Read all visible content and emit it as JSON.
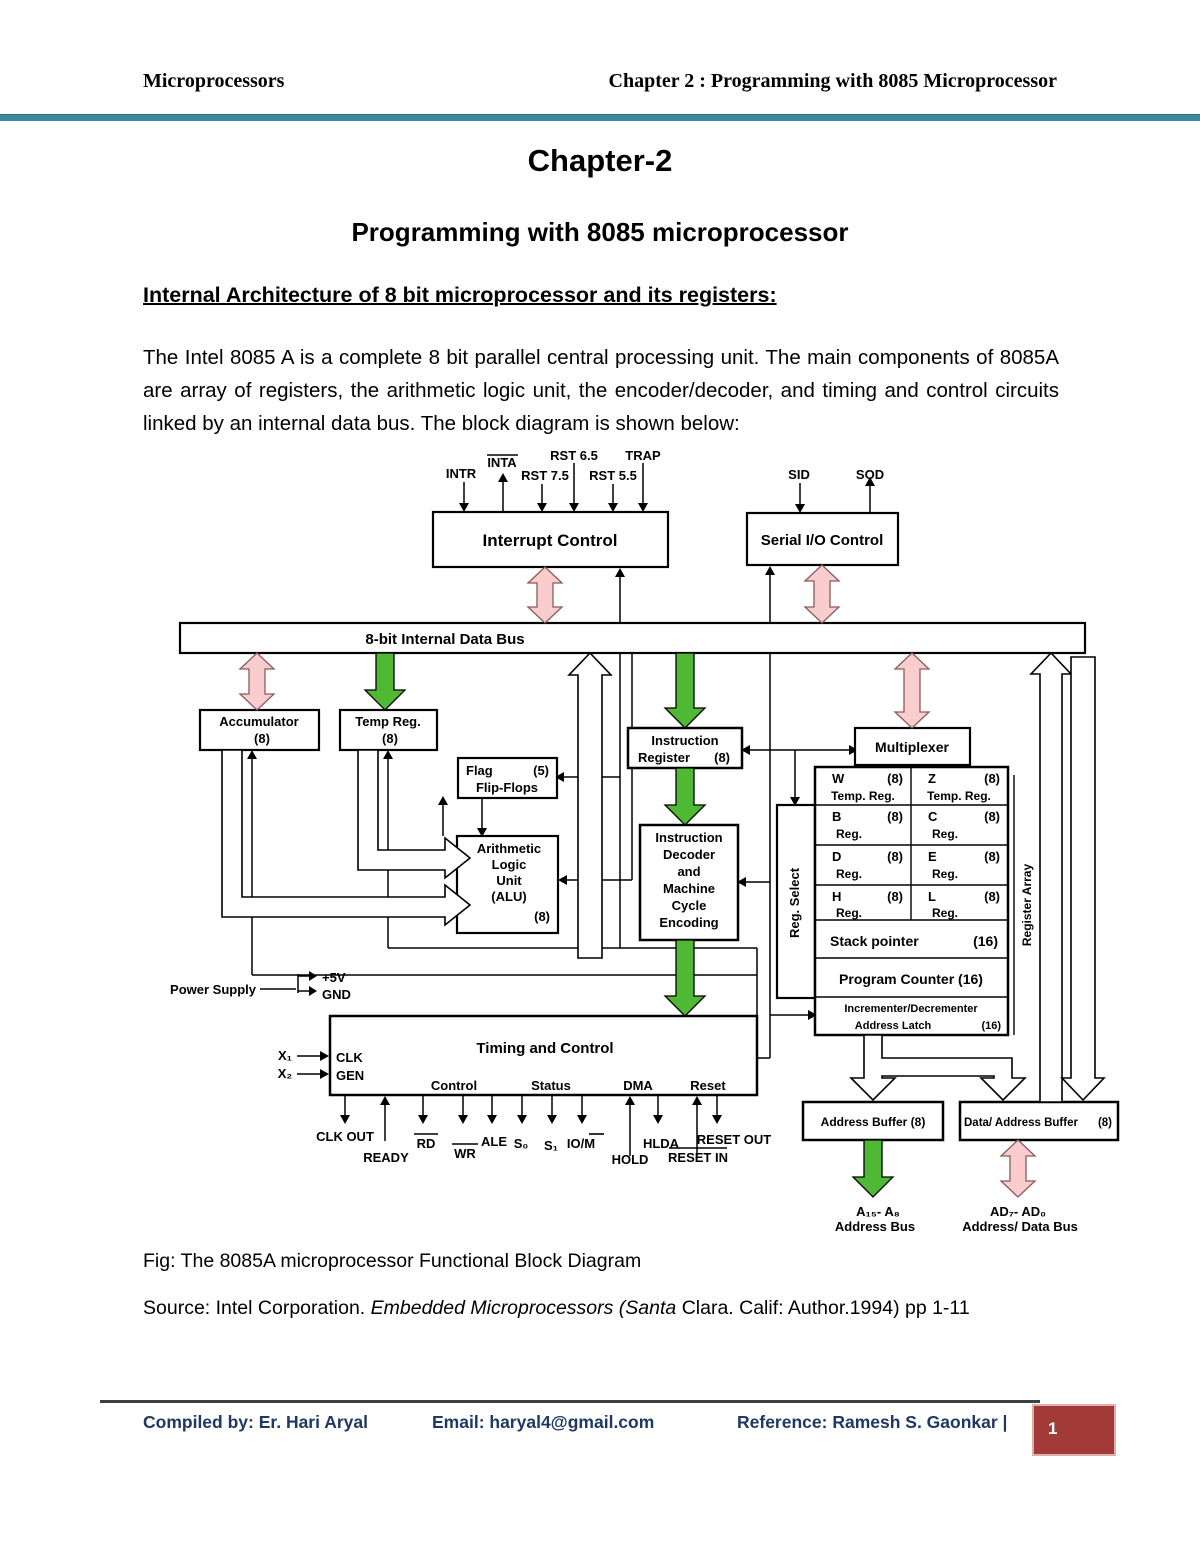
{
  "header": {
    "left": "Microprocessors",
    "right": "Chapter 2 : Programming with 8085 Microprocessor"
  },
  "title": "Chapter-2",
  "subtitle": "Programming with 8085 microprocessor",
  "section_heading": "Internal Architecture of 8 bit microprocessor and its registers:",
  "paragraph": "The Intel 8085 A is a complete 8 bit parallel central processing unit. The main components of 8085A are array of registers, the arithmetic logic unit, the encoder/decoder, and timing and control circuits linked by an internal data bus. The block diagram is shown below:",
  "fig_caption": "Fig: The 8085A microprocessor Functional Block Diagram",
  "source": {
    "prefix": "Source: Intel Corporation. ",
    "italic": "Embedded Microprocessors (Santa ",
    "suffix": "Clara. Calif: Author.1994) pp 1-11"
  },
  "footer": {
    "compiled": "Compiled by: Er. Hari Aryal",
    "email": "Email: haryal4@gmail.com",
    "reference": "Reference: Ramesh S. Gaonkar |",
    "page_number": "1"
  },
  "diagram": {
    "top_signals": {
      "intr": "INTR",
      "inta": "INTA",
      "rst75": "RST 7.5",
      "rst65": "RST 6.5",
      "rst55": "RST 5.5",
      "trap": "TRAP",
      "sid": "SID",
      "sod": "SOD"
    },
    "interrupt_control": "Interrupt Control",
    "serial_io": "Serial I/O Control",
    "bus_label": "8-bit Internal Data Bus",
    "accumulator": {
      "l1": "Accumulator",
      "l2": "(8)"
    },
    "temp_reg": {
      "l1": "Temp Reg.",
      "l2": "(8)"
    },
    "flag": {
      "name": "Flag",
      "size": "(5)",
      "l2": "Flip-Flops"
    },
    "alu_lines": [
      "Arithmetic",
      "Logic",
      "Unit",
      "(ALU)",
      "(8)"
    ],
    "instr_reg": {
      "l1": "Instruction",
      "l2": "Register",
      "size": "(8)"
    },
    "decoder_lines": [
      "Instruction",
      "Decoder",
      "and",
      "Machine",
      "Cycle",
      "Encoding"
    ],
    "multiplexer": "Multiplexer",
    "reg_select": "Reg. Select",
    "register_array": "Register Array",
    "regs": {
      "w": {
        "n": "W",
        "s": "(8)",
        "sub": "Temp. Reg."
      },
      "z": {
        "n": "Z",
        "s": "(8)",
        "sub": "Temp. Reg."
      },
      "b": {
        "n": "B",
        "s": "(8)",
        "sub": "Reg."
      },
      "c": {
        "n": "C",
        "s": "(8)",
        "sub": "Reg."
      },
      "d": {
        "n": "D",
        "s": "(8)",
        "sub": "Reg."
      },
      "e": {
        "n": "E",
        "s": "(8)",
        "sub": "Reg."
      },
      "h": {
        "n": "H",
        "s": "(8)",
        "sub": "Reg."
      },
      "l": {
        "n": "L",
        "s": "(8)",
        "sub": "Reg."
      }
    },
    "stack_pointer": {
      "label": "Stack pointer",
      "size": "(16)"
    },
    "program_counter": "Program Counter (16)",
    "incrementer": {
      "l1": "Incrementer/Decrementer",
      "l2": "Address Latch",
      "size": "(16)"
    },
    "timing": {
      "title": "Timing and Control",
      "control": "Control",
      "status": "Status",
      "dma": "DMA",
      "reset": "Reset",
      "clk": "CLK",
      "gen": "GEN"
    },
    "power": {
      "label": "Power Supply",
      "v5": "+5V",
      "gnd": "GND",
      "x1": "X₁",
      "x2": "X₂"
    },
    "pins": {
      "clk_out": "CLK OUT",
      "ready": "READY",
      "rd": "RD",
      "wr": "WR",
      "ale": "ALE",
      "s0": "S₀",
      "s1": "S₁",
      "iom": "IO/M",
      "hold": "HOLD",
      "hlda": "HLDA",
      "reset_in": "RESET IN",
      "reset_out": "RESET OUT"
    },
    "buffers": {
      "addr": "Address Buffer (8)",
      "data": "Data/ Address Buffer",
      "data_size": "(8)",
      "a_line1": "A₁₅- A₈",
      "a_line2": "Address Bus",
      "ad_line1": "AD₇- AD₀",
      "ad_line2": "Address/ Data Bus"
    }
  },
  "colors": {
    "accent_teal": "#3d8a9f",
    "arrow_pink": "#f9cdce",
    "arrow_green": "#4fb933",
    "footer_box_red": "#a23b38",
    "footer_text_navy": "#1f3864"
  }
}
